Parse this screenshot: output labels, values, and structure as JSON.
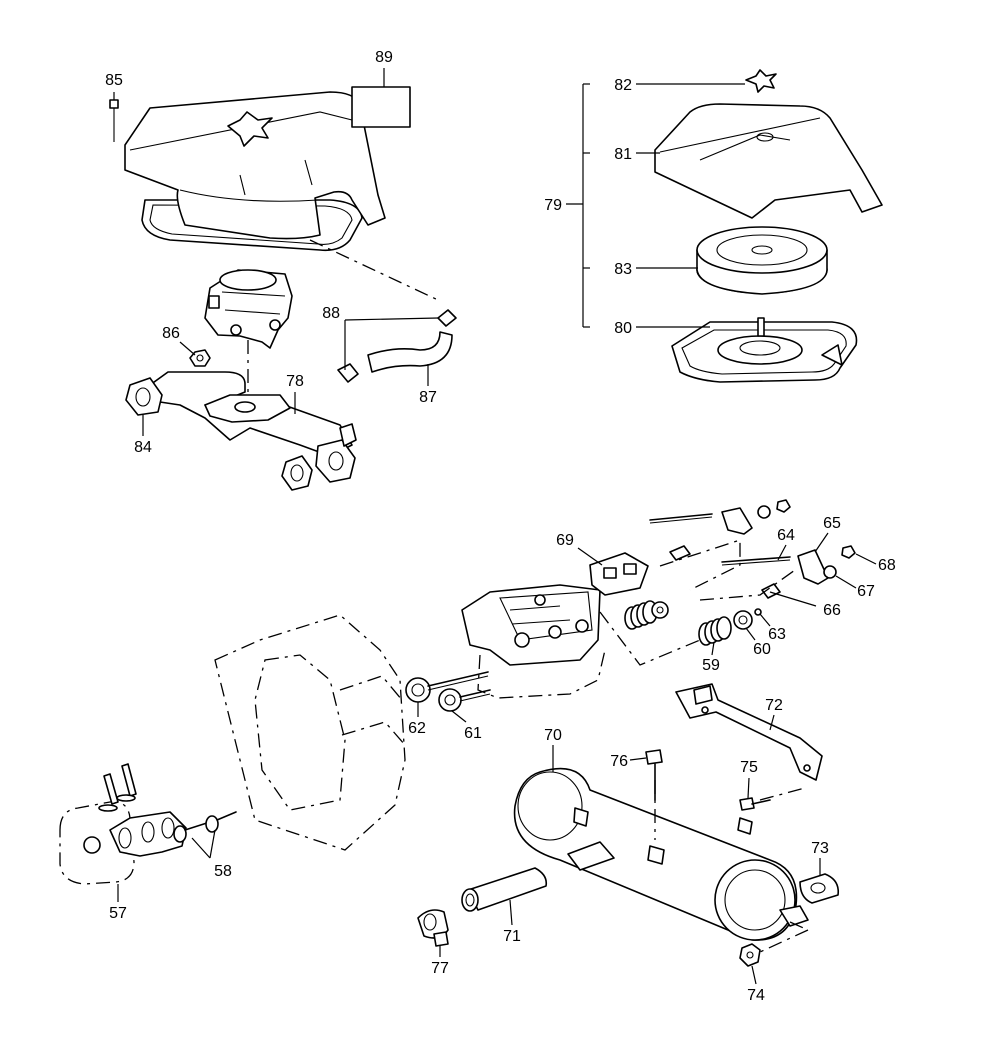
{
  "labels": {
    "p57": "57",
    "p58": "58",
    "p59": "59",
    "p60": "60",
    "p61": "61",
    "p62": "62",
    "p63": "63",
    "p64": "64",
    "p65": "65",
    "p66": "66",
    "p67": "67",
    "p68": "68",
    "p69": "69",
    "p70": "70",
    "p71": "71",
    "p72": "72",
    "p73": "73",
    "p74": "74",
    "p75": "75",
    "p76": "76",
    "p77": "77",
    "p78": "78",
    "p79": "79",
    "p80": "80",
    "p81": "81",
    "p82": "82",
    "p83": "83",
    "p84": "84",
    "p85": "85",
    "p86": "86",
    "p87": "87",
    "p88": "88",
    "p89": "89"
  }
}
